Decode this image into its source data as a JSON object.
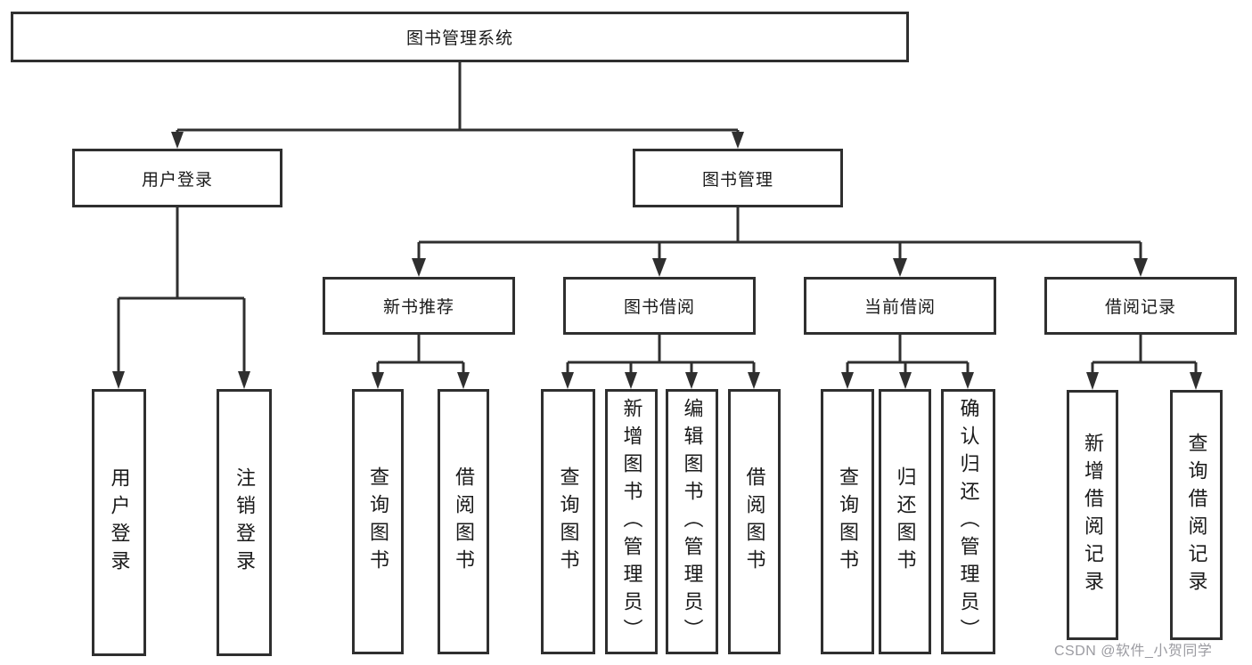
{
  "nodes": {
    "root": "图书管理系统",
    "l2": [
      "用户登录",
      "图书管理"
    ],
    "l3": [
      "新书推荐",
      "图书借阅",
      "当前借阅",
      "借阅记录"
    ],
    "leaves": {
      "login": [
        "用户登录",
        "注销登录"
      ],
      "newbook": [
        "查询图书",
        "借阅图书"
      ],
      "borrow": [
        "查询图书",
        "新增图书（管理员）",
        "编辑图书（管理员）",
        "借阅图书"
      ],
      "current": [
        "查询图书",
        "归还图书",
        "确认归还（管理员）"
      ],
      "records": [
        "新增借阅记录",
        "查询借阅记录"
      ]
    }
  },
  "watermark": "CSDN @软件_小贺同学",
  "colors": {
    "line": "#2f2f2f",
    "text": "#1a1a1a",
    "background": "#ffffff",
    "watermark": "#9b9ba1"
  }
}
